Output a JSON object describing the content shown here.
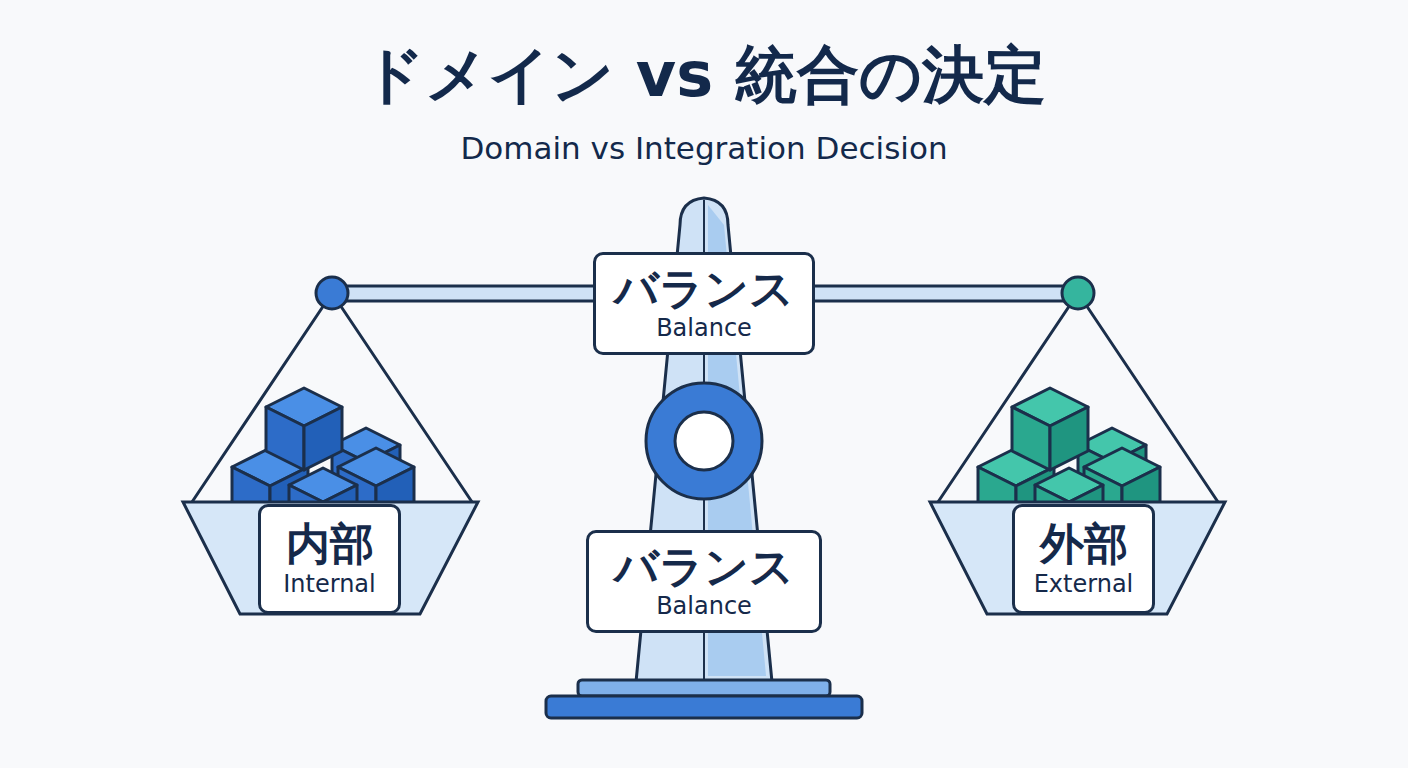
{
  "diagram": {
    "title": "ドメイン vs 統合の決定",
    "caption": "Domain vs Integration Decision",
    "nodes": [
      {
        "text": [
          "バランス",
          "Balance"
        ]
      },
      {
        "text": [
          "内部",
          "Internal"
        ]
      },
      {
        "text": [
          "バランス",
          "Balance"
        ]
      },
      {
        "text": [
          "外部",
          "External"
        ]
      }
    ]
  }
}
